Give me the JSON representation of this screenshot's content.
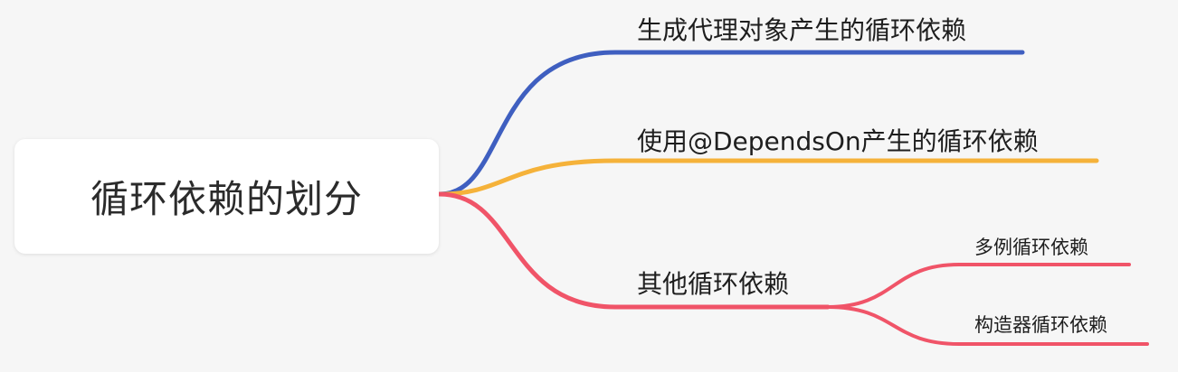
{
  "root": {
    "label": "循环依赖的划分"
  },
  "topics": [
    {
      "label": "生成代理对象产生的循环依赖",
      "color": "#3f5fc0"
    },
    {
      "label": "使用@DependsOn产生的循环依赖",
      "color": "#f5b23a"
    },
    {
      "label": "其他循环依赖",
      "color": "#f05468",
      "subtopics": [
        {
          "label": "多例循环依赖"
        },
        {
          "label": "构造器循环依赖"
        }
      ]
    }
  ]
}
